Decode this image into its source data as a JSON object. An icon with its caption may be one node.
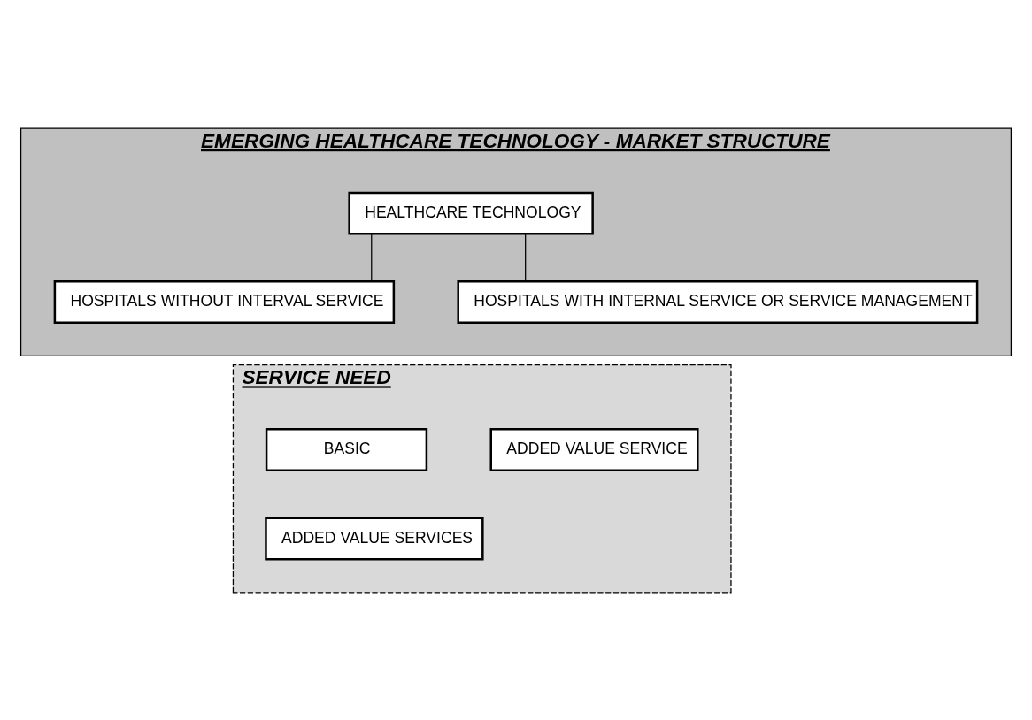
{
  "diagram": {
    "nodes": [
      {
        "text": [
          "EMERGING HEALTHCARE TECHNOLOGY - MARKET STRUCTURE"
        ]
      },
      {
        "text": [
          "HEALTHCARE TECHNOLOGY"
        ],
        "in": 0
      },
      {
        "text": [
          "HOSPITALS WITHOUT INTERVAL SERVICE"
        ],
        "in": 0
      },
      {
        "text": [
          "HOSPITALS WITH INTERNAL SERVICE OR SERVICE MANAGEMENT"
        ],
        "in": 0
      },
      {
        "text": [
          "SERVICE NEED"
        ]
      },
      {
        "text": [
          "BASIC"
        ],
        "in": 4
      },
      {
        "text": [
          "ADDED VALUE SERVICES"
        ],
        "in": 4
      },
      {
        "text": [
          "ADDED VALUE SERVICE"
        ],
        "in": 4
      }
    ],
    "edges": [
      {
        "from": 1,
        "to": 2,
        "arrow": "none"
      },
      {
        "from": 1,
        "to": 3,
        "arrow": "none"
      }
    ]
  }
}
